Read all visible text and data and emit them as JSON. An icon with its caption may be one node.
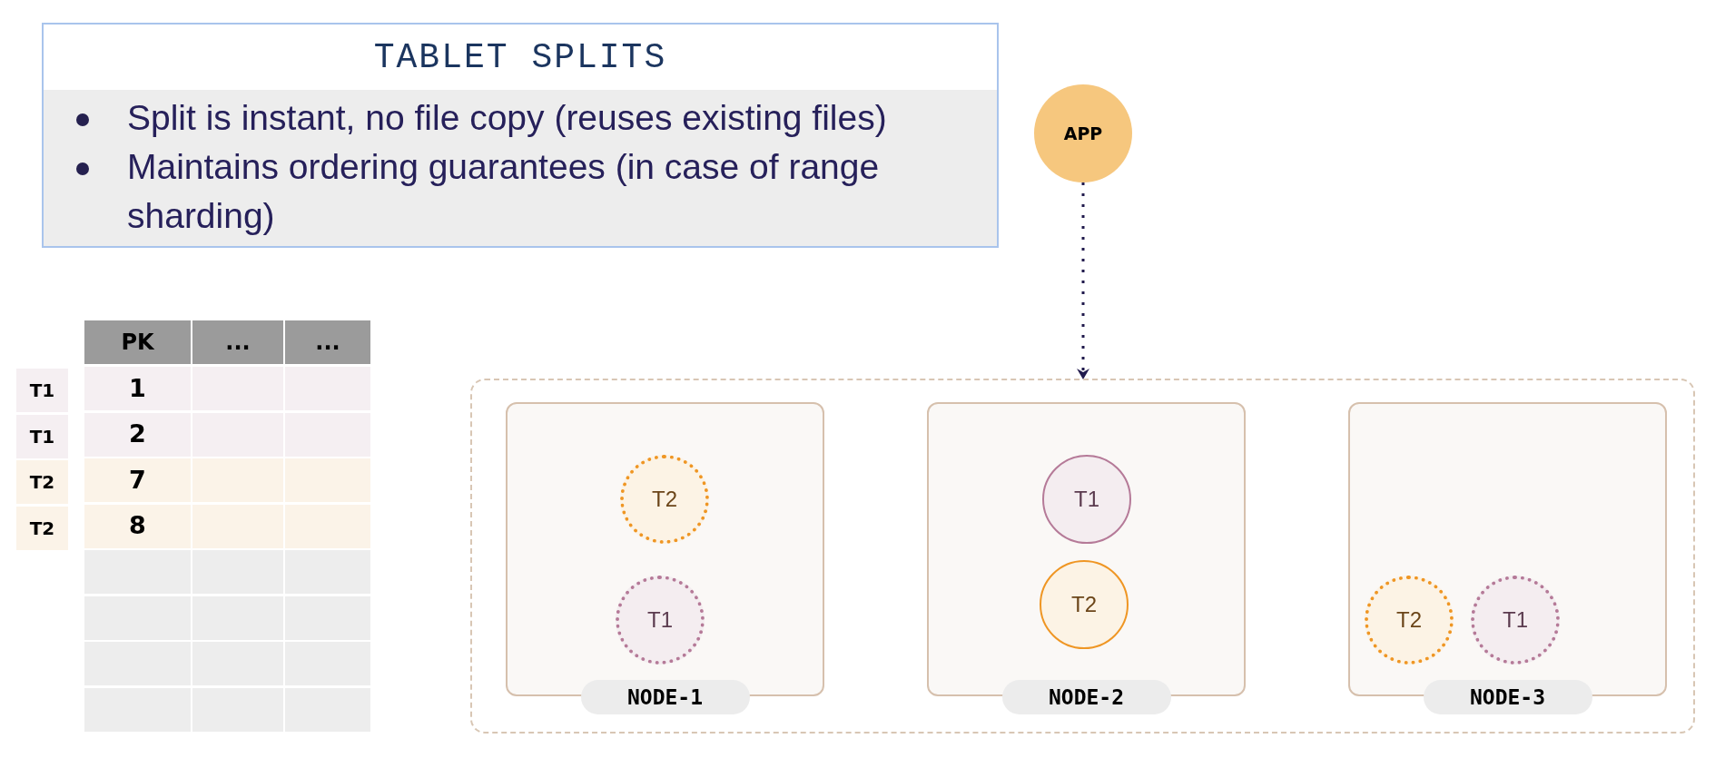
{
  "diagram": {
    "nodes": [
      {
        "text": [
          "TABLET SPLITS",
          "Split is instant, no file copy (reuses existing files)",
          "Maintains ordering guarantees (in case of range sharding)"
        ]
      },
      {
        "text": [
          "APP"
        ]
      },
      {
        "text": [],
        "shape": "box"
      },
      {
        "text": [
          "NODE-1"
        ],
        "in": 2
      },
      {
        "text": [
          "T2"
        ],
        "in": 3
      },
      {
        "text": [
          "T1"
        ],
        "in": 3
      },
      {
        "text": [
          "NODE-2"
        ],
        "in": 2
      },
      {
        "text": [
          "T1"
        ],
        "in": 6
      },
      {
        "text": [
          "T2"
        ],
        "in": 6
      },
      {
        "text": [
          "NODE-3"
        ],
        "in": 2
      },
      {
        "text": [
          "T2"
        ],
        "in": 9
      },
      {
        "text": [
          "T1"
        ],
        "in": 9
      }
    ],
    "edges": [
      {
        "from": 1,
        "to": 2,
        "arrow": "to",
        "style": "dashed"
      }
    ],
    "labels": [
      "PK",
      "...",
      "...",
      "T1",
      "1",
      "T1",
      "2",
      "T2",
      "7",
      "T2",
      "8"
    ]
  }
}
